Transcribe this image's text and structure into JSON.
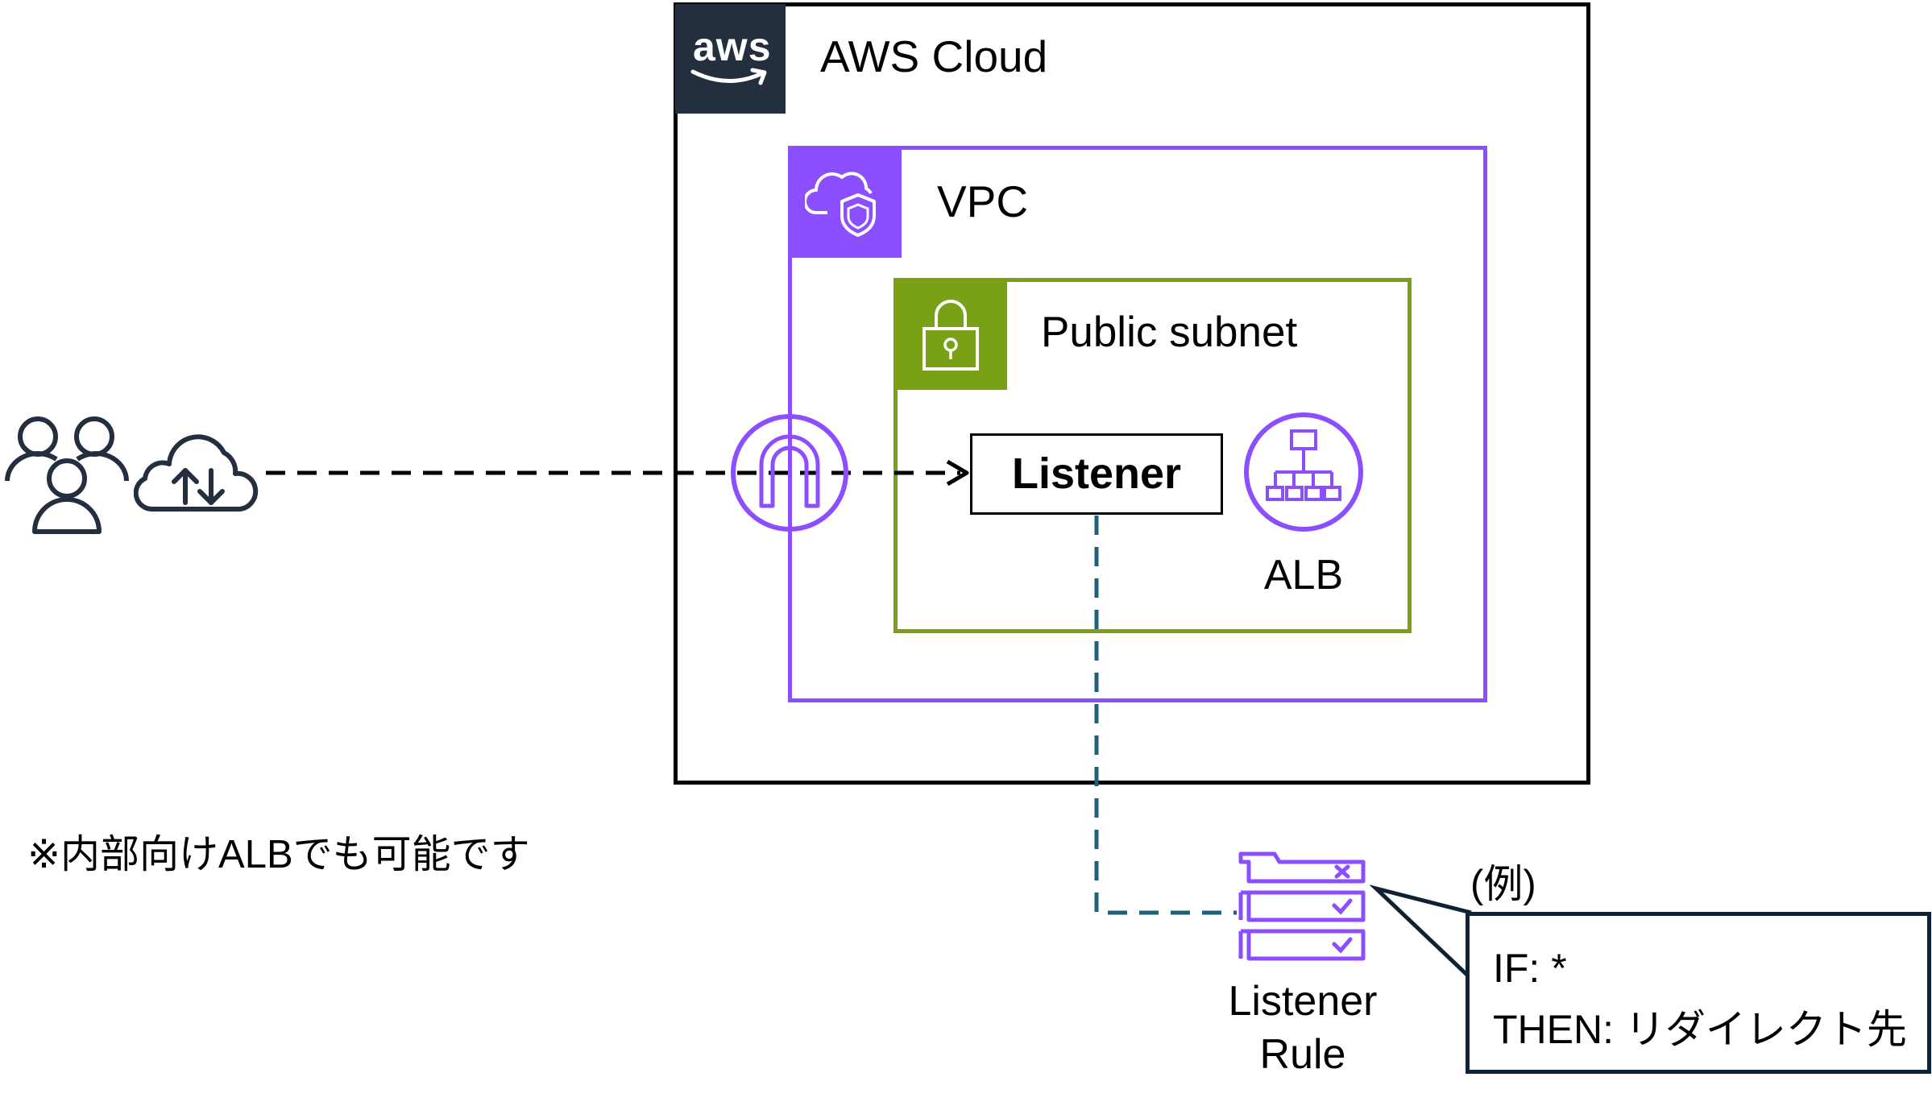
{
  "aws_cloud": {
    "title": "AWS Cloud",
    "logo_text": "aws",
    "border_color": "#000000",
    "header_color": "#232f3e"
  },
  "vpc": {
    "title": "VPC",
    "color": "#8c4fff"
  },
  "public_subnet": {
    "title": "Public subnet",
    "color": "#7aa116"
  },
  "listener": {
    "label": "Listener"
  },
  "alb": {
    "label": "ALB",
    "icon": "load-balancer-icon"
  },
  "internet_gateway": {
    "icon": "internet-gateway-icon"
  },
  "users": {
    "icon": "users-icon"
  },
  "client": {
    "icon": "cloud-upload-download-icon"
  },
  "note": {
    "text": "※内部向けALBでも可能です"
  },
  "listener_rule": {
    "label_line1": "Listener",
    "label_line2": "Rule",
    "icon": "rules-icon"
  },
  "example": {
    "heading": "(例)",
    "if_line": "IF:  *",
    "then_line": "THEN:  リダイレクト先",
    "border_color": "#0f2233"
  },
  "connector_color": "#1f5f7a"
}
